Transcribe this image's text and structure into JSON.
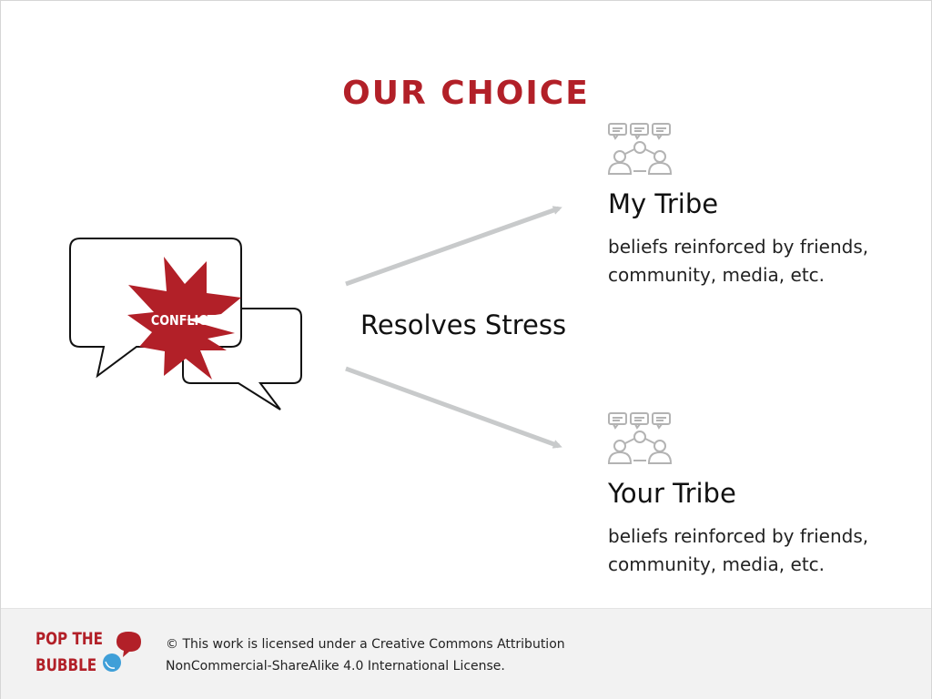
{
  "title": "OUR CHOICE",
  "conflict_label": "CONFLICT!",
  "center_label": "Resolves Stress",
  "tribes": [
    {
      "name": "My Tribe",
      "description": "beliefs reinforced by friends, community, media, etc.",
      "icon": "group-chat-icon"
    },
    {
      "name": "Your Tribe",
      "description": "beliefs reinforced by friends, community, media, etc.",
      "icon": "group-chat-icon"
    }
  ],
  "footer": {
    "brand_line1": "POP THE",
    "brand_line2": "BUBBLE",
    "license_line1": "© This work is licensed under a Creative Commons Attribution",
    "license_line2": "NonCommercial-ShareAlike 4.0 International License."
  },
  "colors": {
    "accent_red": "#b22028",
    "arrow_gray": "#c8cacb",
    "icon_gray": "#b3b3b3",
    "bubble_blue": "#3f9fd8",
    "footer_bg": "#f2f2f2"
  }
}
